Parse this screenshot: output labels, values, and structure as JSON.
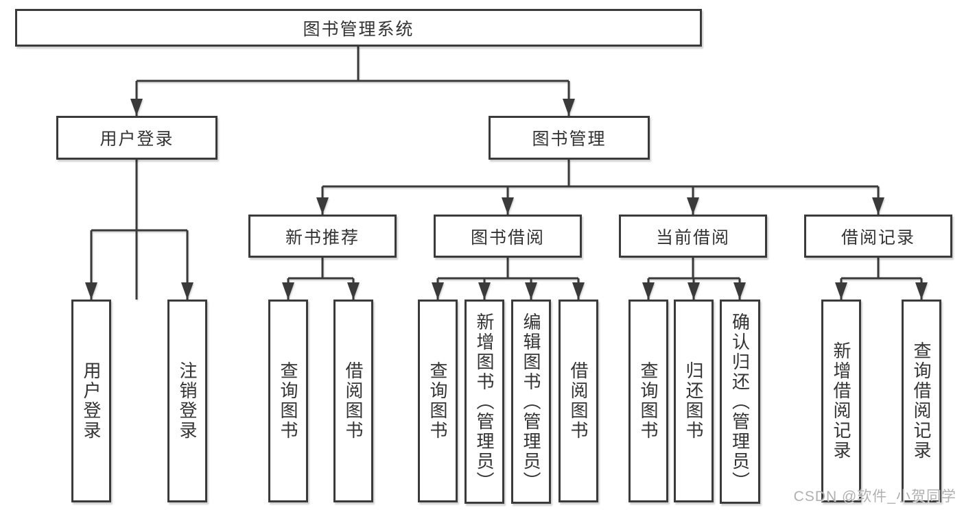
{
  "colors": {
    "line": "#3a3a3a",
    "box_border": "#3a3a3a",
    "text": "#333333",
    "background": "#ffffff",
    "watermark": "#b0b0b0"
  },
  "tree": {
    "root": {
      "label": "图书管理系统"
    },
    "branches": [
      {
        "label": "用户登录",
        "children": [
          "用户登录",
          "注销登录"
        ]
      },
      {
        "label": "图书管理",
        "children": [
          {
            "label": "新书推荐",
            "children": [
              "查询图书",
              "借阅图书"
            ]
          },
          {
            "label": "图书借阅",
            "children": [
              "查询图书",
              "新增图书（管理员）",
              "编辑图书（管理员）",
              "借阅图书"
            ]
          },
          {
            "label": "当前借阅",
            "children": [
              "查询图书",
              "归还图书",
              "确认归还（管理员）"
            ]
          },
          {
            "label": "借阅记录",
            "children": [
              "新增借阅记录",
              "查询借阅记录"
            ]
          }
        ]
      }
    ]
  },
  "watermark": {
    "label": "CSDN @软件_小贺同学"
  }
}
